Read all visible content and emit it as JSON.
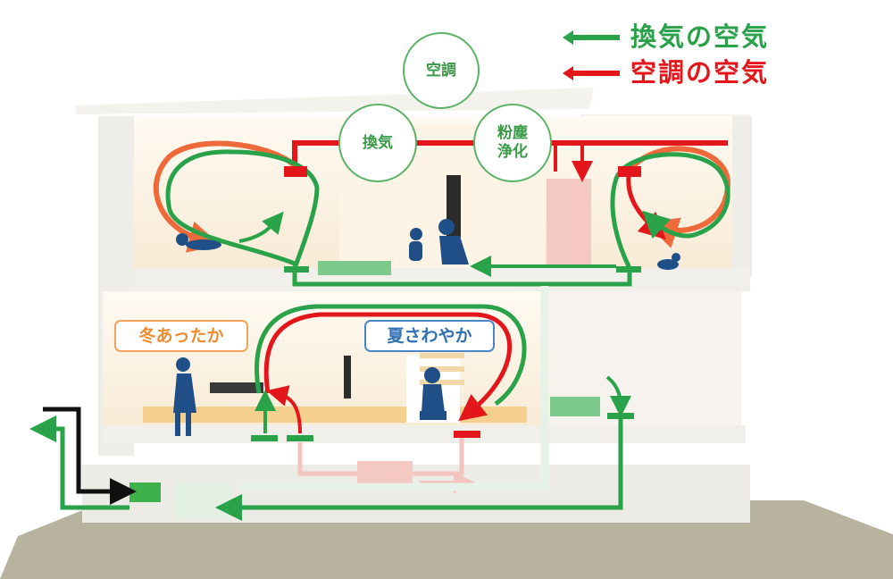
{
  "legend": {
    "ventilation": {
      "label": "換気の空気",
      "color": "#2aa24a"
    },
    "aircon": {
      "label": "空調の空気",
      "color": "#e3171b"
    }
  },
  "bubbles": {
    "aircon": "空調",
    "ventilation": "換気",
    "purify_line1": "粉塵",
    "purify_line2": "浄化"
  },
  "tags": {
    "winter": "冬あったか",
    "summer": "夏さわやか"
  },
  "colors": {
    "green": "#2aa24a",
    "red": "#e3171b",
    "orange": "#ef6a3a",
    "winter": "#ef8c2f",
    "summer": "#2f6fb3",
    "ground": "#b7b39e",
    "figure": "#1f4f86"
  }
}
